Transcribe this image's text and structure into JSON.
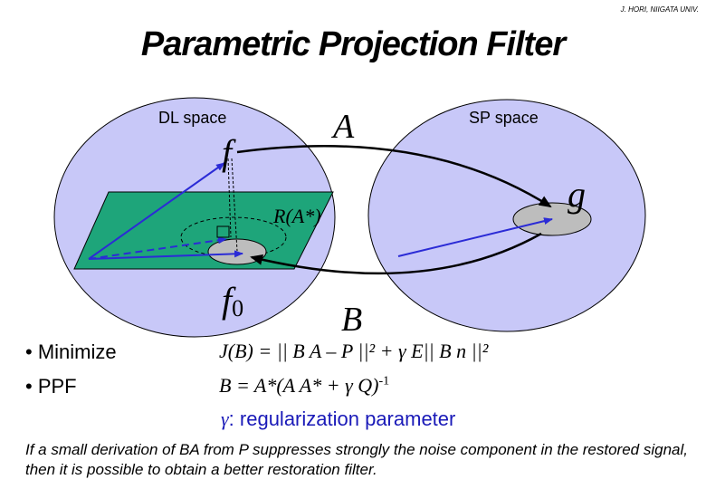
{
  "header": {
    "author": "J. HORI, NIIGATA UNIV.",
    "title": "Parametric Projection Filter"
  },
  "diagram": {
    "dl_space_label": "DL space",
    "sp_space_label": "SP space",
    "operator_a": "A",
    "operator_b": "B",
    "vector_f": "f",
    "vector_f0": "f",
    "vector_f0_sub": "0",
    "vector_g": "g",
    "range_label": "R(A*)",
    "colors": {
      "ellipse_fill": "#c8c8f8",
      "plane_fill": "#1ea57a",
      "vector": "#2b2bd6",
      "blob": "#bdbdbd"
    }
  },
  "bullets": [
    {
      "label": "• Minimize",
      "formula": "J(B) = || B A – P ||² + γ E|| B n ||²"
    },
    {
      "label": "• PPF",
      "formula": "B = A*(A A* + γ Q)",
      "superscript": "-1"
    }
  ],
  "gamma_note": {
    "symbol": "γ",
    "text": ": regularization parameter"
  },
  "footnote": "If a small derivation of BA from P suppresses strongly the noise component in the restored signal, then it is possible to obtain a better restoration filter."
}
